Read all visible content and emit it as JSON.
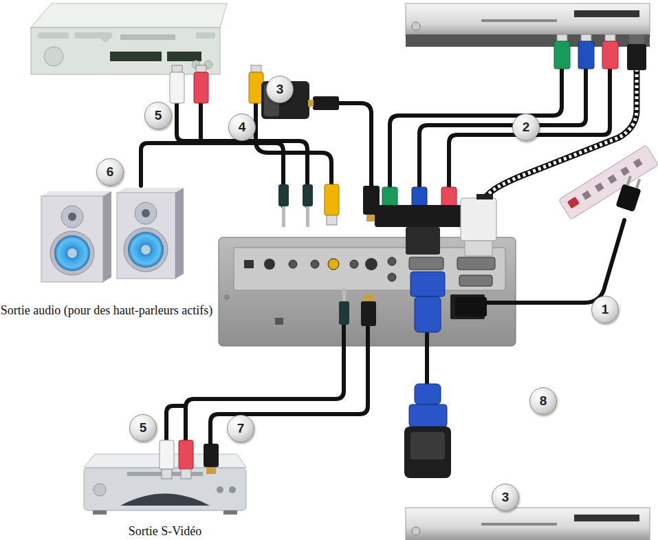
{
  "diagram": {
    "nodes": [
      {
        "text": [
          "Sortie audio (pour des haut-parleurs actifs)"
        ]
      },
      {
        "text": [
          "Sortie S-Vidéo"
        ]
      }
    ],
    "labels": [
      "3",
      "5",
      "4",
      "2",
      "6",
      "1",
      "5",
      "7",
      "8",
      "3"
    ]
  }
}
